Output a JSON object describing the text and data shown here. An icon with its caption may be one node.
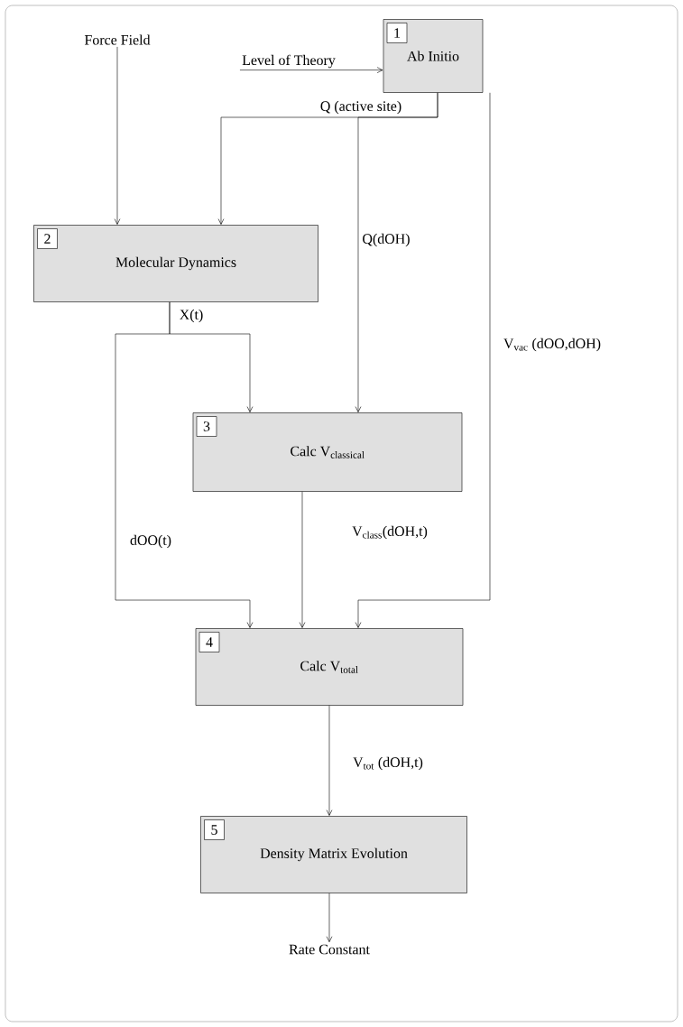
{
  "diagram": {
    "nodes": [
      {
        "text": [
          "Level of Theory"
        ]
      },
      {
        "text": [
          "Ab Initio"
        ]
      },
      {
        "text": [
          "1"
        ],
        "in": 1
      },
      {
        "text": [
          "Force Field"
        ]
      },
      {
        "text": [
          "Molecular Dynamics"
        ]
      },
      {
        "text": [
          "2"
        ],
        "in": 4
      },
      {
        "text": [
          "\\mathrm{Calc}\\ \\mathrm{V}_{\\mathrm{classical}}"
        ]
      },
      {
        "text": [
          "3"
        ],
        "in": 6
      },
      {
        "text": [
          "Calc V$_{total}$"
        ]
      },
      {
        "text": [
          "4"
        ],
        "in": 8
      },
      {
        "text": [
          "Density Matrix Evolution"
        ]
      },
      {
        "text": [
          "5"
        ],
        "in": 10
      },
      {
        "text": [
          "Rate Constant"
        ]
      }
    ],
    "edges": [
      {
        "from": 0,
        "to": 1,
        "arrow": "to"
      },
      {
        "from": 3,
        "to": 4,
        "arrow": "to"
      },
      {
        "from": 1,
        "to": 4,
        "arrow": "to",
        "label": "Q (active site)"
      },
      {
        "from": 1,
        "to": 6,
        "arrow": "to",
        "label": "Q(dOH)"
      },
      {
        "from": 4,
        "to": 6,
        "arrow": "to",
        "label": "X(t)"
      },
      {
        "from": 4,
        "to": 8,
        "arrow": "to",
        "label": "dOO(t)"
      },
      {
        "from": 1,
        "to": 8,
        "arrow": "to",
        "label": "V$_{vac}$ (dOO,dOH)"
      },
      {
        "from": 6,
        "to": 8,
        "arrow": "to",
        "label": "V$_{class}$(dOH,t)"
      },
      {
        "from": 8,
        "to": 10,
        "arrow": "to",
        "label": "V$_{tot}$ (dOH,t)"
      },
      {
        "from": 10,
        "to": 12,
        "arrow": "to"
      }
    ]
  }
}
